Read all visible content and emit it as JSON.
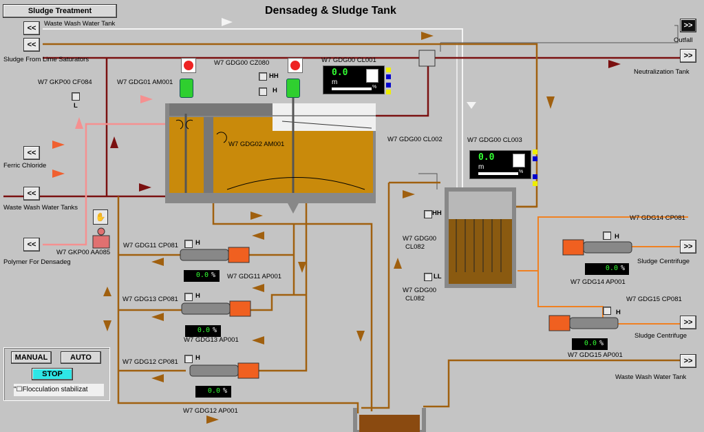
{
  "title": "Densadeg & Sludge Tank",
  "header_button": "Sludge Treatment",
  "sources": {
    "waste_wash_water_tank_top": "Waste Wash Water Tank",
    "sludge_from_lime": "Sludge From Lime Saturators",
    "ferric_chloride": "Ferric Chloride",
    "waste_wash_water_tanks": "Waste  Wash Water Tanks",
    "polymer": "Polymer For Densadeg"
  },
  "destinations": {
    "outfall": "Outfall",
    "neutralization": "Neutralization Tank",
    "centrifuge_1": "Sludge Centrifuge",
    "centrifuge_2": "Sludge Centrifuge",
    "waste_wash_water_tank_bottom": "Waste Wash Water Tank"
  },
  "nav": {
    "back": "<<",
    "forward": ">>"
  },
  "tags": {
    "gkp00_cf084": "W7 GKP00 CF084",
    "gdg01_am001": "W7 GDG01 AM001",
    "gdg00_cz080": "W7 GDG00 CZ080",
    "gdg00_cl001": "W7 GDG00 CL001",
    "gdg02_am001": "W7 GDG02 AM001",
    "gdg00_cl002": "W7 GDG00 CL002",
    "gdg00_cl003": "W7 GDG00 CL003",
    "gkp00_aa085": "W7 GKP00 AA085",
    "gdg11_cp081": "W7 GDG11 CP081",
    "gdg11_ap001": "W7 GDG11 AP001",
    "gdg13_cp081": "W7 GDG13 CP081",
    "gdg13_ap001": "W7 GDG13 AP001",
    "gdg12_cp081": "W7 GDG12 CP081",
    "gdg12_ap001": "W7 GDG12 AP001",
    "gdg14_cp081": "W7 GDG14 CP081",
    "gdg14_ap001": "W7 GDG14 AP001",
    "gdg15_cp081": "W7 GDG15 CP081",
    "gdg15_ap001": "W7 GDG15  AP001",
    "cl082_hh_a": "W7 GDG00",
    "cl082_hh_b": "CL082",
    "cl082_ll_a": "W7 GDG00",
    "cl082_ll_b": "CL082"
  },
  "switches": {
    "hh": "HH",
    "h": "H",
    "l": "L",
    "ll": "LL"
  },
  "readouts": {
    "cl001": {
      "value": "0.0",
      "unit": "m",
      "pct": "%"
    },
    "cl003": {
      "value": "0.0",
      "unit": "m",
      "pct": "%"
    },
    "gdg11": {
      "value": "0.0",
      "unit": "%"
    },
    "gdg13": {
      "value": "0.0",
      "unit": "%"
    },
    "gdg12": {
      "value": "0.0",
      "unit": "%"
    },
    "gdg14": {
      "value": "0.0",
      "unit": "%"
    },
    "gdg15": {
      "value": "0.0",
      "unit": "%"
    }
  },
  "controls": {
    "manual": "MANUAL",
    "auto": "AUTO",
    "stop": "STOP",
    "flocculation": "Flocculation stabilizat"
  },
  "colors": {
    "background": "#c4c4c4",
    "sludge": "#c98a0b",
    "sludge_pipe": "#a0600f",
    "dark_pipe": "#7a1010",
    "pink_pipe": "#f59090",
    "orange_pipe": "#f08020",
    "motor_green": "#2fcf2f",
    "display_green": "#33ff33"
  }
}
